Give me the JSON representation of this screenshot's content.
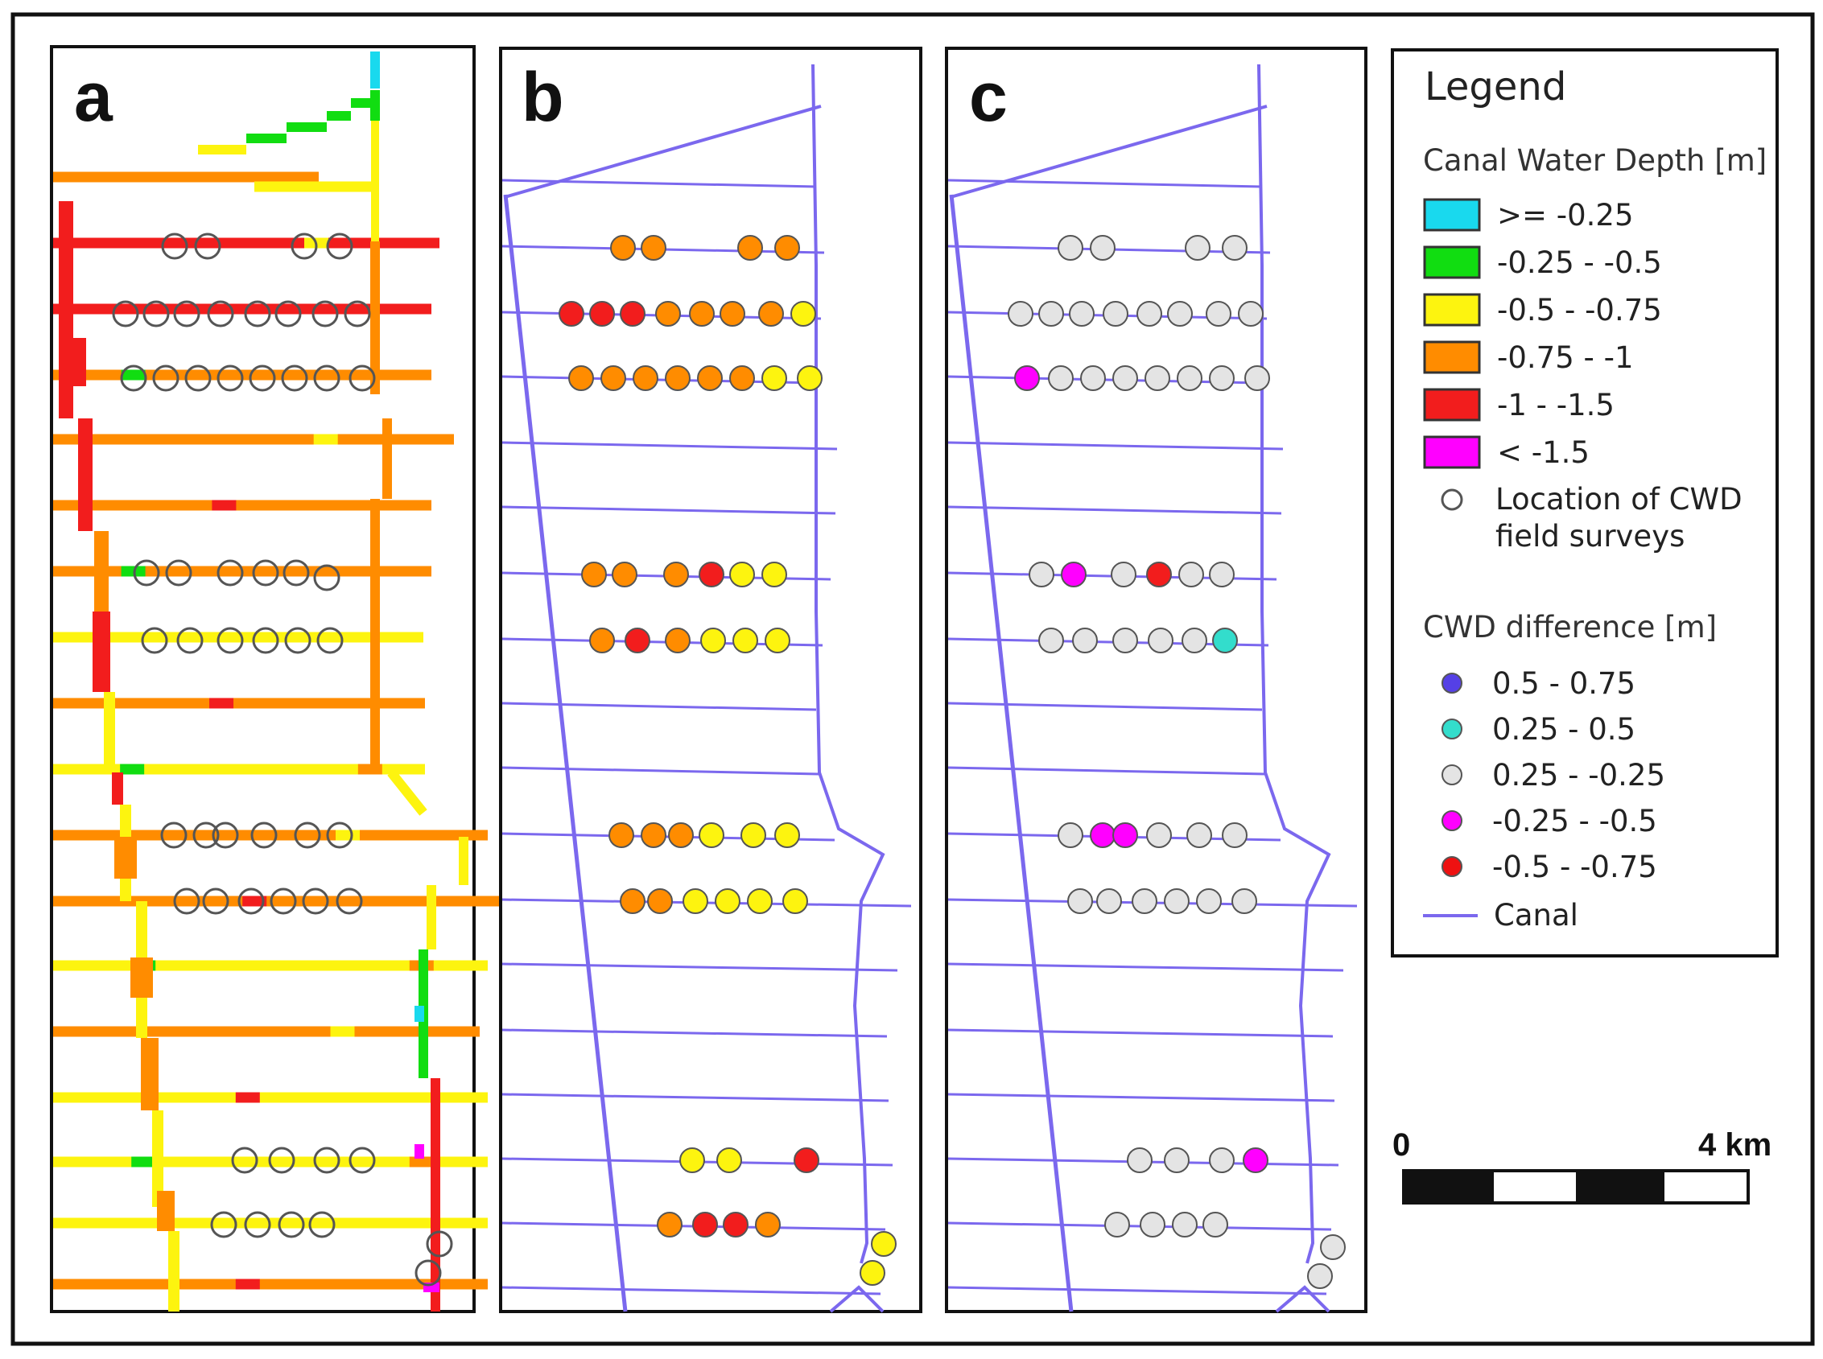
{
  "panels": [
    {
      "id": "a",
      "label": "a"
    },
    {
      "id": "b",
      "label": "b"
    },
    {
      "id": "c",
      "label": "c"
    }
  ],
  "colors": {
    "depth_ge_0_25": "#19d9ee",
    "depth_0_25_0_5": "#11dd11",
    "depth_0_5_0_75": "#fdf40f",
    "depth_0_75_1": "#ff8c00",
    "depth_1_1_5": "#f21d1d",
    "depth_lt_1_5": "#ff00ff",
    "diff_0_5_0_75": "#5540e6",
    "diff_0_25_0_5": "#33ddcc",
    "diff_0_25_m0_25": "#e4e4e4",
    "diff_m0_25_m0_5": "#ff00ff",
    "diff_m0_5_m0_75": "#ee1111",
    "canal": "#7b68ee",
    "survey_outline": "#555555"
  },
  "legend": {
    "title": "Legend",
    "depth_title": "Canal Water Depth [m]",
    "depth_items": [
      {
        "label": ">= -0.25",
        "color": "#19d9ee"
      },
      {
        "label": "-0.25 - -0.5",
        "color": "#11dd11"
      },
      {
        "label": "-0.5 - -0.75",
        "color": "#fdf40f"
      },
      {
        "label": "-0.75 - -1",
        "color": "#ff8c00"
      },
      {
        "label": "-1 - -1.5",
        "color": "#f21d1d"
      },
      {
        "label": "< -1.5",
        "color": "#ff00ff"
      }
    ],
    "survey_label_line1": "Location of CWD",
    "survey_label_line2": "field surveys",
    "diff_title": "CWD difference [m]",
    "diff_items": [
      {
        "label": "0.5 - 0.75",
        "color": "#5540e6"
      },
      {
        "label": "0.25 - 0.5",
        "color": "#33ddcc"
      },
      {
        "label": "0.25 - -0.25",
        "color": "#e4e4e4"
      },
      {
        "label": "-0.25 - -0.5",
        "color": "#ff00ff"
      },
      {
        "label": "-0.5 - -0.75",
        "color": "#ee1111"
      }
    ],
    "canal_label": "Canal"
  },
  "scale_bar": {
    "start_label": "0",
    "end_label": "4 km"
  },
  "survey_rows": [
    {
      "b": [
        "O",
        "O",
        "O",
        "O"
      ],
      "c": [
        "G",
        "G",
        "G",
        "G"
      ]
    },
    {
      "b": [
        "R",
        "R",
        "R",
        "O",
        "O",
        "O",
        "O",
        "Y"
      ],
      "c": [
        "G",
        "G",
        "G",
        "G",
        "G",
        "G",
        "G",
        "G"
      ]
    },
    {
      "b": [
        "O",
        "O",
        "O",
        "O",
        "O",
        "O",
        "Y",
        "Y"
      ],
      "c": [
        "M",
        "G",
        "G",
        "G",
        "G",
        "G",
        "G",
        "G"
      ]
    },
    {
      "b": [
        "O",
        "O",
        "O",
        "R",
        "Y",
        "Y"
      ],
      "c": [
        "G",
        "M",
        "G",
        "R",
        "G",
        "G"
      ]
    },
    {
      "b": [
        "O",
        "R",
        "O",
        "Y",
        "Y",
        "Y"
      ],
      "c": [
        "G",
        "G",
        "G",
        "G",
        "G",
        "T"
      ]
    },
    {
      "b": [
        "O",
        "O",
        "O",
        "Y",
        "Y",
        "Y"
      ],
      "c": [
        "G",
        "M",
        "M",
        "G",
        "G",
        "G"
      ]
    },
    {
      "b": [
        "O",
        "O",
        "Y",
        "Y",
        "Y",
        "Y"
      ],
      "c": [
        "G",
        "G",
        "G",
        "G",
        "G",
        "G"
      ]
    },
    {
      "b": [
        "Y",
        "Y",
        "R"
      ],
      "c": [
        "G",
        "G",
        "G",
        "M"
      ]
    },
    {
      "b": [
        "O",
        "R",
        "R",
        "O"
      ],
      "c": [
        "G",
        "G",
        "G",
        "G"
      ]
    },
    {
      "b": [
        "Y",
        "Y"
      ],
      "c": [
        "G",
        "G"
      ]
    }
  ]
}
